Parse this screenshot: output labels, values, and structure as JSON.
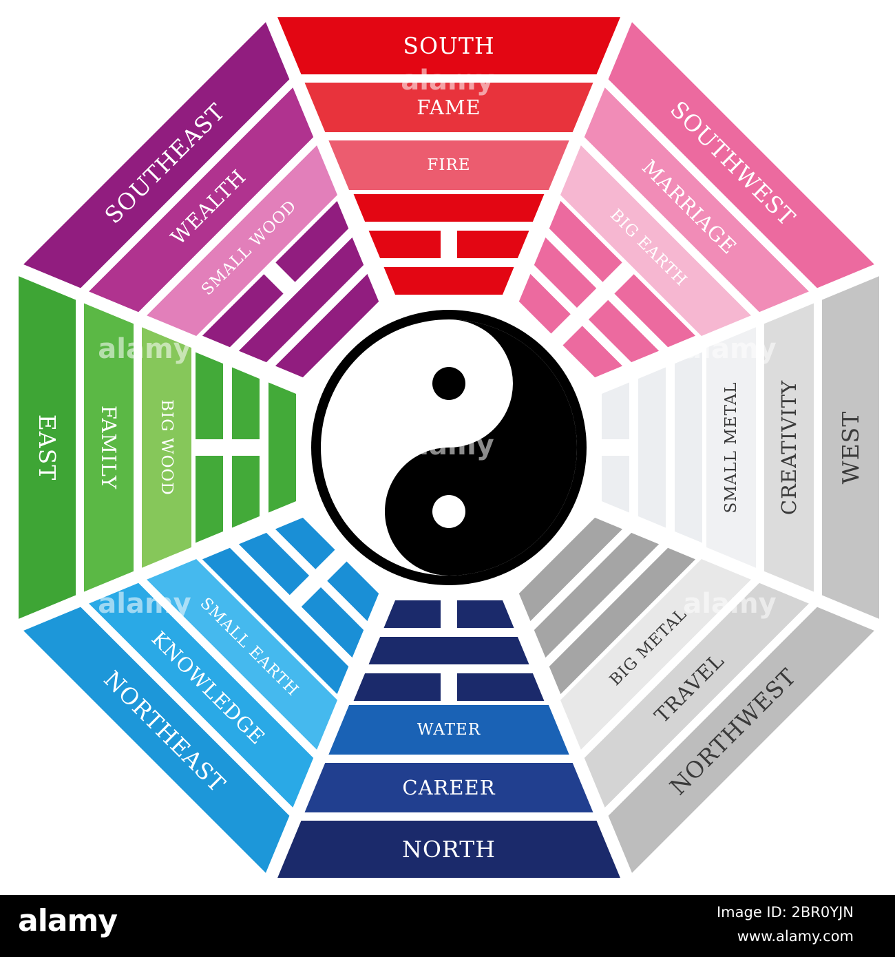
{
  "center": {
    "symbol": "yin-yang"
  },
  "sectors": [
    {
      "id": "south",
      "direction": "SOUTH",
      "aspect": "FAME",
      "element": "FIRE",
      "trigram": [
        1,
        0,
        1
      ],
      "colors": [
        "#e30613",
        "#e8333c",
        "#ec5c6f"
      ],
      "text_color": "#ffffff"
    },
    {
      "id": "southwest",
      "direction": "SOUTHWEST",
      "aspect": "MARRIAGE",
      "element": "BIG EARTH",
      "trigram": [
        0,
        0,
        0
      ],
      "colors": [
        "#ec6a9f",
        "#f18cb7",
        "#f6b7d1"
      ],
      "text_color": "#ffffff"
    },
    {
      "id": "west",
      "direction": "WEST",
      "aspect": "CREATIVITY",
      "element": "SMALL METAL",
      "trigram": [
        1,
        1,
        0
      ],
      "colors": [
        "#c4c4c4",
        "#dcdcdc",
        "#f0f1f3"
      ],
      "text_color": "#3a3a3a"
    },
    {
      "id": "northwest",
      "direction": "NORTHWEST",
      "aspect": "TRAVEL",
      "element": "BIG METAL",
      "trigram": [
        1,
        1,
        1
      ],
      "colors": [
        "#bdbdbd",
        "#d4d4d4",
        "#e8e8e8"
      ],
      "text_color": "#3a3a3a"
    },
    {
      "id": "north",
      "direction": "NORTH",
      "aspect": "CAREER",
      "element": "WATER",
      "trigram": [
        0,
        1,
        0
      ],
      "colors": [
        "#1b2a6b",
        "#213f8f",
        "#1a62b5"
      ],
      "text_color": "#ffffff"
    },
    {
      "id": "northeast",
      "direction": "NORTHEAST",
      "aspect": "KNOWLEDGE",
      "element": "SMALL EARTH",
      "trigram": [
        1,
        0,
        0
      ],
      "colors": [
        "#1d97d9",
        "#2aa9e6",
        "#45b9ee"
      ],
      "text_color": "#ffffff"
    },
    {
      "id": "east",
      "direction": "EAST",
      "aspect": "FAMILY",
      "element": "BIG WOOD",
      "trigram": [
        0,
        0,
        1
      ],
      "colors": [
        "#3ea535",
        "#5bb845",
        "#86c75a"
      ],
      "text_color": "#ffffff"
    },
    {
      "id": "southeast",
      "direction": "SOUTHEAST",
      "aspect": "WEALTH",
      "element": "SMALL WOOD",
      "trigram": [
        0,
        1,
        1
      ],
      "colors": [
        "#911d7f",
        "#b0338f",
        "#e27fba"
      ],
      "text_color": "#ffffff"
    }
  ],
  "trigram_colors": [
    "#e30613",
    "#ec6a9f",
    "#eceef1",
    "#a5a5a5",
    "#1b2a6b",
    "#1a8fd6",
    "#43aa39",
    "#911d7f"
  ],
  "watermark": {
    "text": "alamy",
    "color": "#ffffff"
  },
  "footer": {
    "logo": "alamy",
    "image_id": "Image ID: 2BR0YJN",
    "url": "www.alamy.com"
  }
}
